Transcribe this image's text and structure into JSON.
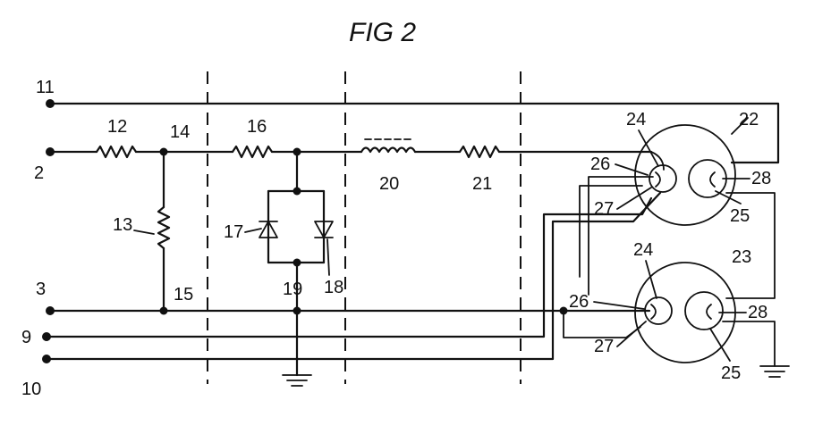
{
  "figure": {
    "title": "FIG 2",
    "terminals": {
      "t11": "11",
      "t2": "2",
      "t3": "3",
      "t9": "9",
      "t10": "10"
    },
    "parts": {
      "p12": "12",
      "p13": "13",
      "p14": "14",
      "p15": "15",
      "p16": "16",
      "p17": "17",
      "p18": "18",
      "p19": "19",
      "p20": "20",
      "p21": "21",
      "p22": "22",
      "p23": "23"
    },
    "tube_upper": {
      "a": "24",
      "b": "26",
      "c": "27",
      "d": "25",
      "e": "28"
    },
    "tube_lower": {
      "a": "24",
      "b": "26",
      "c": "27",
      "d": "25",
      "e": "28"
    }
  }
}
